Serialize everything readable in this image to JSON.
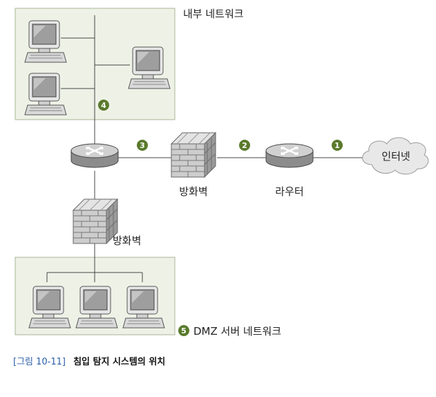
{
  "labels": {
    "internal_network": "내부 네트워크",
    "internet": "인터넷",
    "router": "라우터",
    "firewall_top": "방화벽",
    "firewall_bottom": "방화벽",
    "dmz_network": "DMZ 서버 네트워크"
  },
  "markers": [
    "1",
    "2",
    "3",
    "4",
    "5"
  ],
  "caption": {
    "number": "[그림 10-11]",
    "text": "침입 탐지 시스템의 위치"
  },
  "colors": {
    "zone_fill": "#eef2e6",
    "zone_border": "#a7b596",
    "marker": "#5a7a2c",
    "caption_number": "#2a5fa8"
  }
}
